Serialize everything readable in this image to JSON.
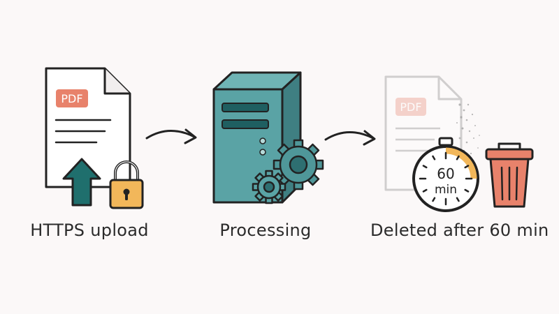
{
  "steps": [
    {
      "caption": "HTTPS upload",
      "file_badge": "PDF",
      "icons": [
        "pdf-document-icon",
        "upload-arrow-icon",
        "padlock-icon"
      ]
    },
    {
      "caption": "Processing",
      "icons": [
        "server-tower-icon",
        "gear-icon"
      ]
    },
    {
      "caption": "Deleted after 60 min",
      "file_badge": "PDF",
      "timer_value": "60",
      "timer_unit": "min",
      "timer_progress": 0.25,
      "icons": [
        "faded-pdf-document-icon",
        "stopwatch-icon",
        "trash-can-icon"
      ]
    }
  ],
  "colors": {
    "background": "#fbf8f8",
    "outline": "#222222",
    "pdf_badge": "#e8826b",
    "upload_arrow": "#1f6f6d",
    "padlock": "#f2b75a",
    "server": "#5aa3a5",
    "timer_progress": "#f2b75a",
    "trash": "#e8826b"
  }
}
